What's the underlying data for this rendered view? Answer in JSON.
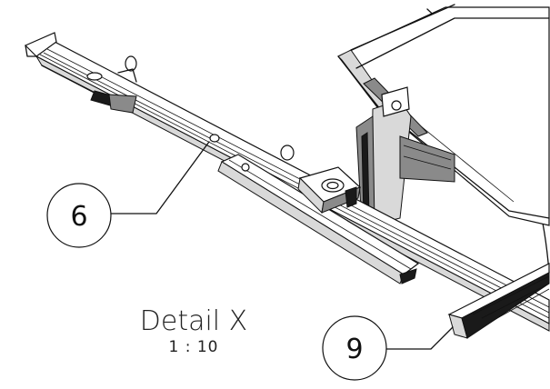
{
  "callouts": [
    {
      "label": "6"
    },
    {
      "label": "9"
    }
  ],
  "detail": {
    "title": "Detail X",
    "scale": "1 : 10"
  }
}
